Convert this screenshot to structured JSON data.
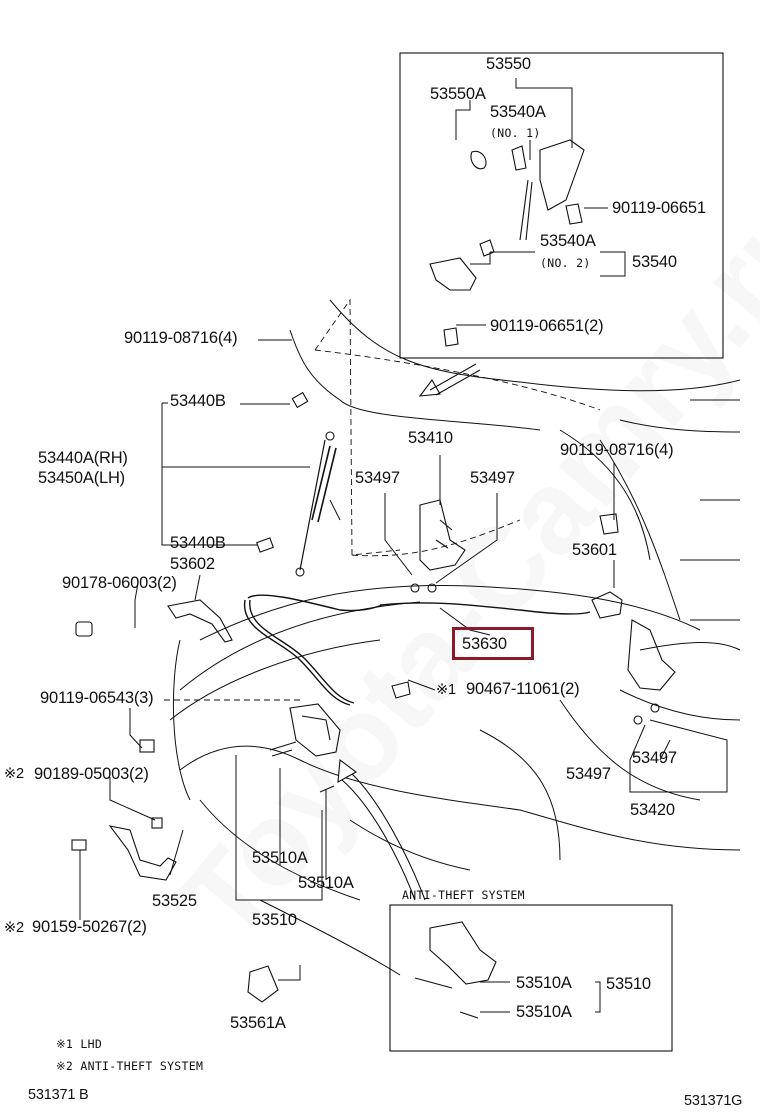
{
  "watermark": "Toyota-Camry.ru",
  "highlight_color": "#8b1a2b",
  "labels": {
    "l53550": "53550",
    "l53550A": "53550A",
    "l53540A_1": "53540A",
    "lno1": "(NO. 1)",
    "l90119_06651": "90119-06651",
    "l53540A_2": "53540A",
    "lno2": "(NO. 2)",
    "l53540": "53540",
    "l90119_06651_2": "90119-06651(2)",
    "l90119_08716_left": "90119-08716(4)",
    "l53440B_top": "53440B",
    "l53440A": "53440A(RH)",
    "l53450A": "53450A(LH)",
    "l53440B_bot": "53440B",
    "l53410": "53410",
    "l53497_a": "53497",
    "l53497_b": "53497",
    "l90119_08716_right": "90119-08716(4)",
    "l53601": "53601",
    "l90178": "90178-06003(2)",
    "l53602": "53602",
    "l53630": "53630",
    "l90467_mark": "※1",
    "l90467": "90467-11061(2)",
    "l90119_06543": "90119-06543(3)",
    "l90189_mark": "※2",
    "l90189": "90189-05003(2)",
    "l53497_c": "53497",
    "l53497_d": "53497",
    "l53420": "53420",
    "l53510A_a": "53510A",
    "l53510A_b": "53510A",
    "l53525": "53525",
    "l53510": "53510",
    "l90159_mark": "※2",
    "l90159": "90159-50267(2)",
    "l_antitheft": "ANTI-THEFT SYSTEM",
    "l53510A_c": "53510A",
    "l53510_r": "53510",
    "l53510A_d": "53510A",
    "l53561A": "53561A",
    "note1": "※1 LHD",
    "note2": "※2 ANTI-THEFT SYSTEM",
    "code_left": "531371 B",
    "code_right": "531371G"
  }
}
